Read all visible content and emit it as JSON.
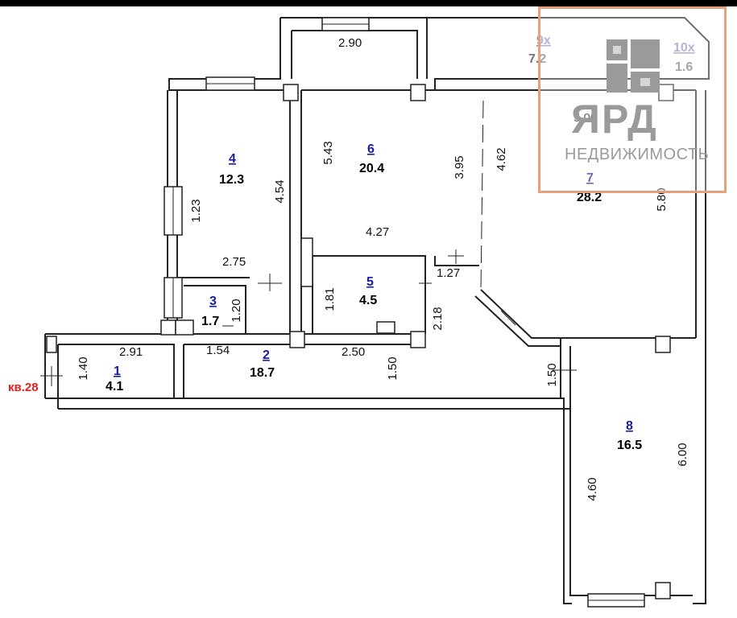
{
  "rooms": [
    {
      "number": "1",
      "area": "4.1"
    },
    {
      "number": "2",
      "area": "18.7"
    },
    {
      "number": "3",
      "area": "1.7"
    },
    {
      "number": "4",
      "area": "12.3"
    },
    {
      "number": "5",
      "area": "4.5"
    },
    {
      "number": "6",
      "area": "20.4"
    },
    {
      "number": "7",
      "area": "28.2"
    },
    {
      "number": "8",
      "area": "16.5"
    },
    {
      "number": "9х",
      "area": "7.2"
    },
    {
      "number": "10х",
      "area": "1.6"
    }
  ],
  "dimensions": {
    "d290": "2.90",
    "d543": "5.43",
    "d454": "4.54",
    "d123": "1.23",
    "d275": "2.75",
    "d395": "3.95",
    "d462": "4.62",
    "d427": "4.27",
    "d500": "5.00",
    "d580": "5.80",
    "d127": "1.27",
    "d181": "1.81",
    "d218": "2.18",
    "d120": "1.20",
    "d140": "1.40",
    "d291": "2.91",
    "d154": "1.54",
    "d250": "2.50",
    "d150a": "1.50",
    "d150b": "1.50",
    "d460": "4.60",
    "d600": "6.00"
  },
  "neighbor_label": "кв.28",
  "logo": {
    "name": "ЯРД",
    "subtitle": "НЕДВИЖИМОСТЬ"
  },
  "colors": {
    "walls": "#222222",
    "room_number": "#1a1aa6",
    "neighbor": "#e02020",
    "logo_frame": "#e8a07c",
    "logo_text": "#9a9a9a"
  }
}
